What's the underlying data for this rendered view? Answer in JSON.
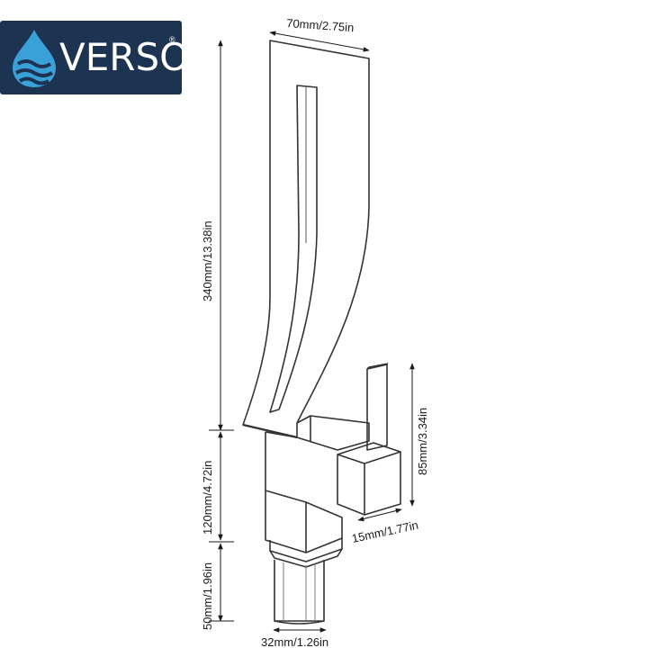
{
  "brand": {
    "wordmark": "VERSO",
    "registered": "®",
    "background_color": "#1c3352",
    "drop_color": "#3aa0d8",
    "icon": "water-drop-icon"
  },
  "dimensions": {
    "spout_width": "70mm/2.75in",
    "spout_height": "340mm/13.38in",
    "body_height": "120mm/4.72in",
    "shank_height": "50mm/1.96in",
    "shank_diameter": "32mm/1.26in",
    "handle_height": "85mm/3.34in",
    "handle_depth": "15mm/1.77in"
  }
}
